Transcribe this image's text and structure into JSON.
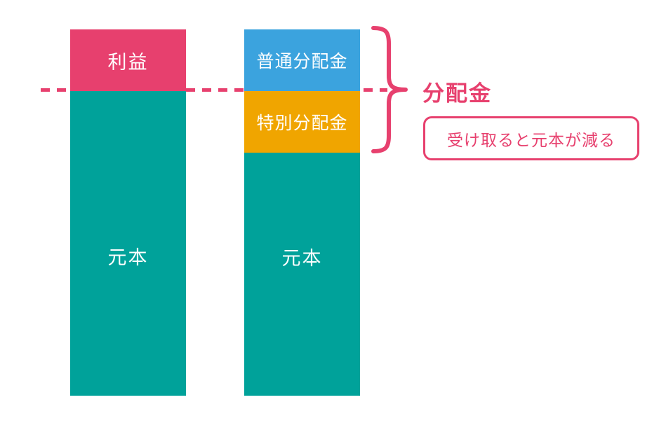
{
  "colors": {
    "pink": "#e7406e",
    "teal": "#00a29a",
    "blue": "#3ba3de",
    "orange": "#f0a500",
    "bar_label_text": "#ffffff",
    "background": "#ffffff"
  },
  "left_bar": {
    "profit_label": "利益",
    "principal_label": "元本"
  },
  "right_bar": {
    "ordinary_distribution_label": "普通分配金",
    "special_distribution_label": "特別分配金",
    "principal_label": "元本"
  },
  "annotation": {
    "brace_label": "分配金",
    "note_text": "受け取ると元本が減る"
  }
}
